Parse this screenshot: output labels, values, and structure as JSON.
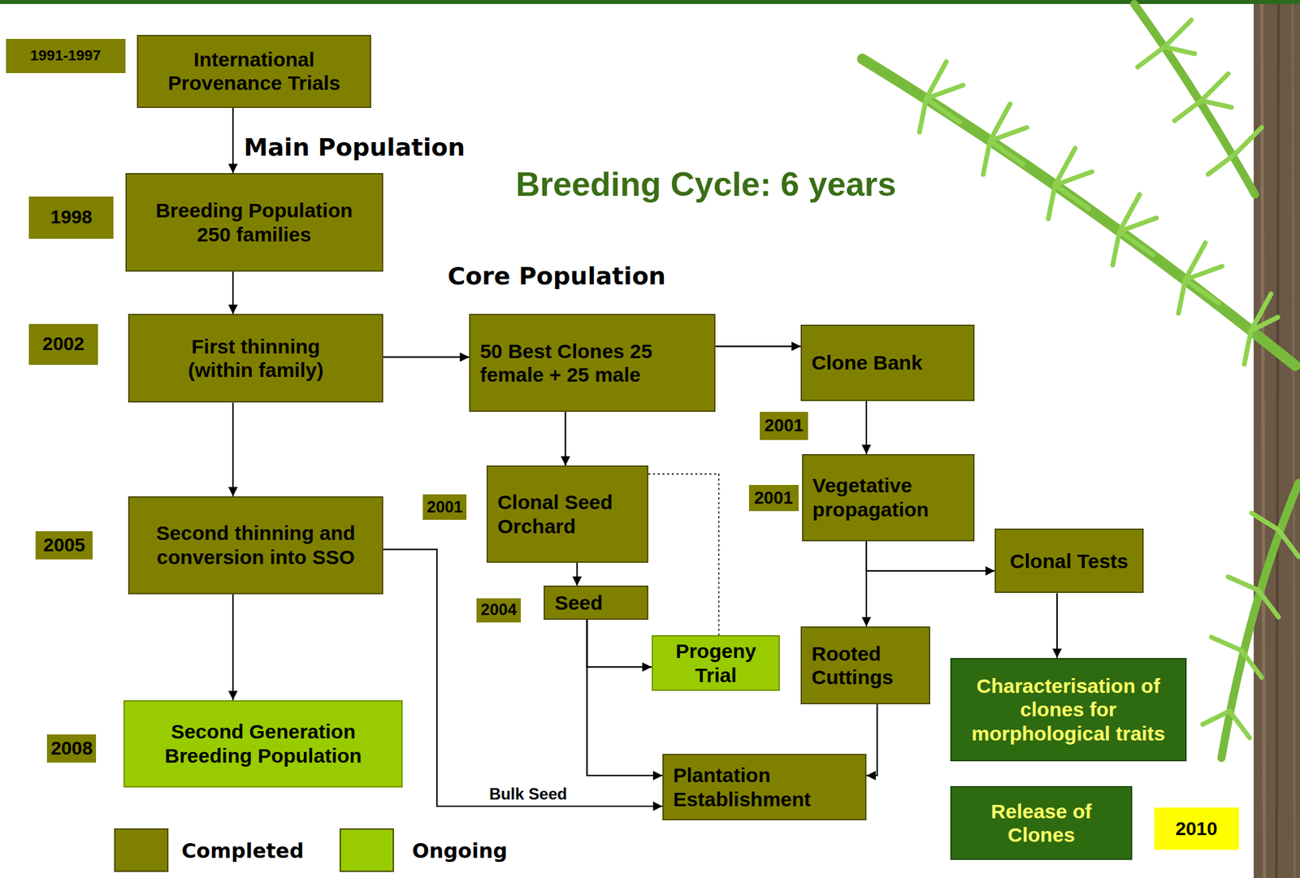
{
  "diagram": {
    "nodes": [
      {
        "text": [
          "International Provenance Trials"
        ]
      },
      {
        "text": [
          "Breeding Population 250 families"
        ]
      },
      {
        "text": [
          "First thinning (within family)"
        ]
      },
      {
        "text": [
          "50 Best Clones 25 female + 25 male"
        ]
      },
      {
        "text": [
          "Clone Bank"
        ]
      },
      {
        "text": [
          "Second thinning and conversion into SSO"
        ]
      },
      {
        "text": [
          "Clonal Seed Orchard"
        ]
      },
      {
        "text": [
          "Vegetative propagation"
        ]
      },
      {
        "text": [
          "Clonal Tests"
        ]
      },
      {
        "text": [
          "Seed"
        ]
      },
      {
        "text": [
          "Progeny Trial"
        ]
      },
      {
        "text": [
          "Rooted Cuttings"
        ]
      },
      {
        "text": [
          "Characterisation of clones for morphological traits"
        ]
      },
      {
        "text": [
          "Second Generation Breeding Population"
        ]
      },
      {
        "text": [
          "Plantation Establishment"
        ]
      },
      {
        "text": [
          "Release of Clones"
        ]
      }
    ],
    "edges": [
      {
        "from": 0,
        "to": 1,
        "arrow": "to"
      },
      {
        "from": 1,
        "to": 2,
        "arrow": "to"
      },
      {
        "from": 2,
        "to": 3,
        "arrow": "to"
      },
      {
        "from": 2,
        "to": 5,
        "arrow": "to"
      },
      {
        "from": 3,
        "to": 4,
        "arrow": "to"
      },
      {
        "from": 3,
        "to": 6,
        "arrow": "to"
      },
      {
        "from": 4,
        "to": 7,
        "arrow": "to"
      },
      {
        "from": 6,
        "to": 9,
        "arrow": "to"
      },
      {
        "from": 6,
        "to": 10,
        "arrow": "none"
      },
      {
        "from": 7,
        "to": 11,
        "arrow": "to"
      },
      {
        "from": 7,
        "to": 8,
        "arrow": "to"
      },
      {
        "from": 8,
        "to": 12,
        "arrow": "to"
      },
      {
        "from": 9,
        "to": 10,
        "arrow": "to"
      },
      {
        "from": 9,
        "to": 14,
        "arrow": "to"
      },
      {
        "from": 5,
        "to": 14,
        "label": "Bulk Seed",
        "arrow": "to"
      },
      {
        "from": 11,
        "to": 14,
        "arrow": "to"
      },
      {
        "from": 5,
        "to": 13,
        "arrow": "to"
      }
    ],
    "labels": [
      "1991-1997",
      "Main Population",
      "Breeding Cycle: 6 years",
      "1998",
      "Core Population",
      "2002",
      "2001",
      "2001",
      "2001",
      "2005",
      "2004",
      "2008",
      "2010"
    ],
    "legend": [
      {
        "text": "Completed",
        "color": "#808000"
      },
      {
        "text": "Ongoing",
        "color": "#99cc00"
      }
    ]
  }
}
